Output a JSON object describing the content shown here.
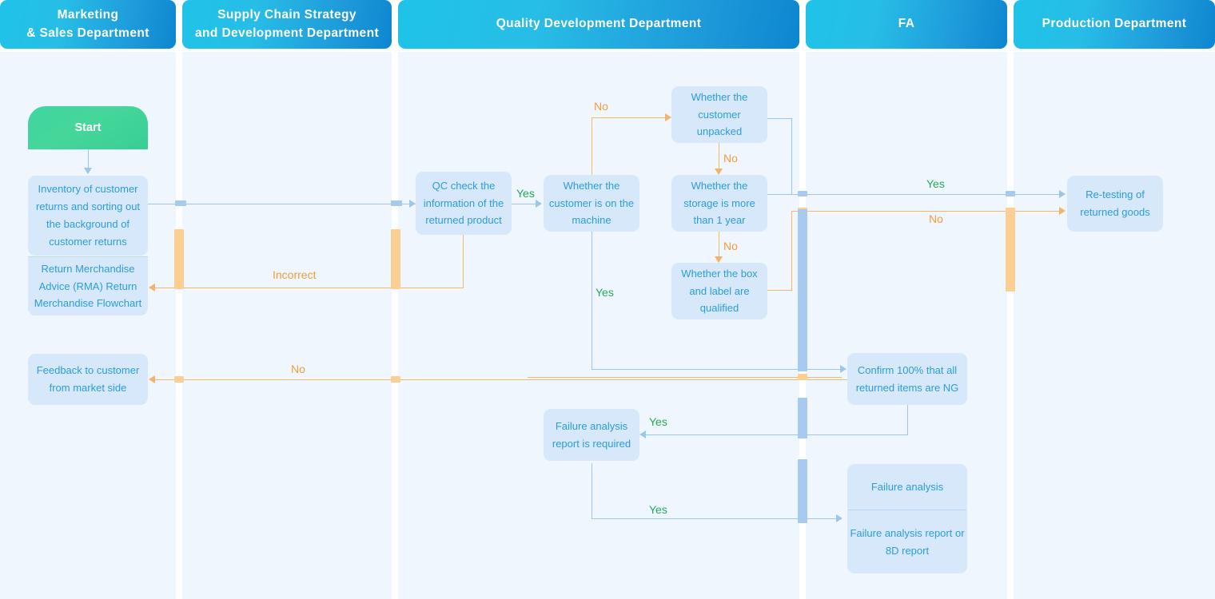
{
  "diagram": {
    "title": "Return Merchandise Advice (RMA) Return Merchandise Flowchart",
    "colors": {
      "lane_header_from": "#1fc3e8",
      "lane_header_to": "#0d86d0",
      "lane_body": "#eff6fd",
      "node_fill": "#d8e8fb",
      "node_text": "#2a9ddb",
      "start_fill": "#43d69c",
      "yes_label": "#24a85c",
      "no_label": "#ef9f3a",
      "connector_blue": "#9cc6ea",
      "connector_orange": "#f5b76a"
    }
  },
  "lanes": [
    {
      "id": "marketing",
      "title_line1": "Marketing",
      "title_line2": "& Sales Department"
    },
    {
      "id": "supply",
      "title_line1": "Supply Chain Strategy",
      "title_line2": "and Development Department"
    },
    {
      "id": "quality",
      "title_line1": "Quality Development Department",
      "title_line2": ""
    },
    {
      "id": "fa",
      "title_line1": "FA",
      "title_line2": ""
    },
    {
      "id": "production",
      "title_line1": "Production Department",
      "title_line2": ""
    }
  ],
  "nodes": {
    "start": {
      "label": "Start"
    },
    "inventory": {
      "label": "Inventory of customer returns and sorting out the background of customer returns"
    },
    "rma": {
      "label": "Return Merchandise Advice (RMA) Return Merchandise Flowchart"
    },
    "feedback": {
      "label": "Feedback to customer from market side"
    },
    "qc_check": {
      "label": "QC check the information of the returned product"
    },
    "on_machine": {
      "label": "Whether the customer is on the machine"
    },
    "unpacked": {
      "label": "Whether the customer unpacked"
    },
    "storage": {
      "label": "Whether the storage is more than 1 year"
    },
    "box_label": {
      "label": "Whether the box and label are qualified"
    },
    "confirm_ng": {
      "label": "Confirm 100% that all returned items are NG"
    },
    "fa_required": {
      "label": "Failure analysis report is required"
    },
    "fa_top": {
      "label": "Failure analysis"
    },
    "fa_bottom": {
      "label": "Failure analysis report or 8D report"
    },
    "retesting": {
      "label": "Re-testing of returned goods"
    }
  },
  "edge_labels": {
    "qc_yes": "Yes",
    "incorrect": "Incorrect",
    "unpacked_no": "No",
    "on_machine_no": "No",
    "on_machine_yes": "Yes",
    "storage_no": "No",
    "boxlabel_no": "No",
    "retest_yes": "Yes",
    "retest_no": "No",
    "fa_required_yes": "Yes",
    "fa_report_yes": "Yes"
  }
}
